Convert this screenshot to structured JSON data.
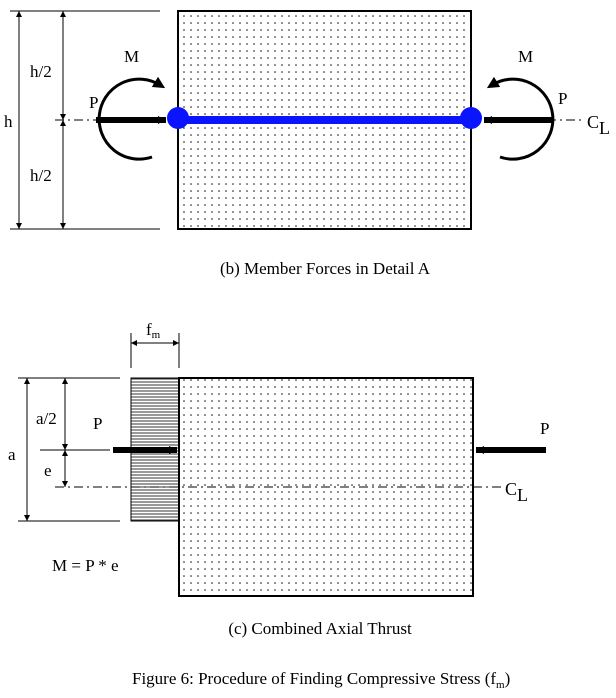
{
  "detail_b": {
    "h": "h",
    "h_half_top": "h/2",
    "h_half_bottom": "h/2",
    "moment_left": "M",
    "moment_right": "M",
    "force_left": "P",
    "force_right": "P",
    "centerline_main": "C",
    "centerline_sub": "L",
    "caption": "(b) Member Forces in Detail A"
  },
  "detail_c": {
    "fm_main": "f",
    "fm_sub": "m",
    "a": "a",
    "a_half": "a/2",
    "e": "e",
    "force_left": "P",
    "force_right": "P",
    "centerline_main": "C",
    "centerline_sub": "L",
    "moment_eq": "M = P * e",
    "caption": "(c) Combined Axial Thrust"
  },
  "figure": {
    "caption_main": "Figure 6: Procedure of Finding Compressive Stress (f",
    "caption_sub": "m",
    "caption_end": ")"
  },
  "colors": {
    "member_line": "#0a14ff",
    "stroke": "#000000"
  }
}
